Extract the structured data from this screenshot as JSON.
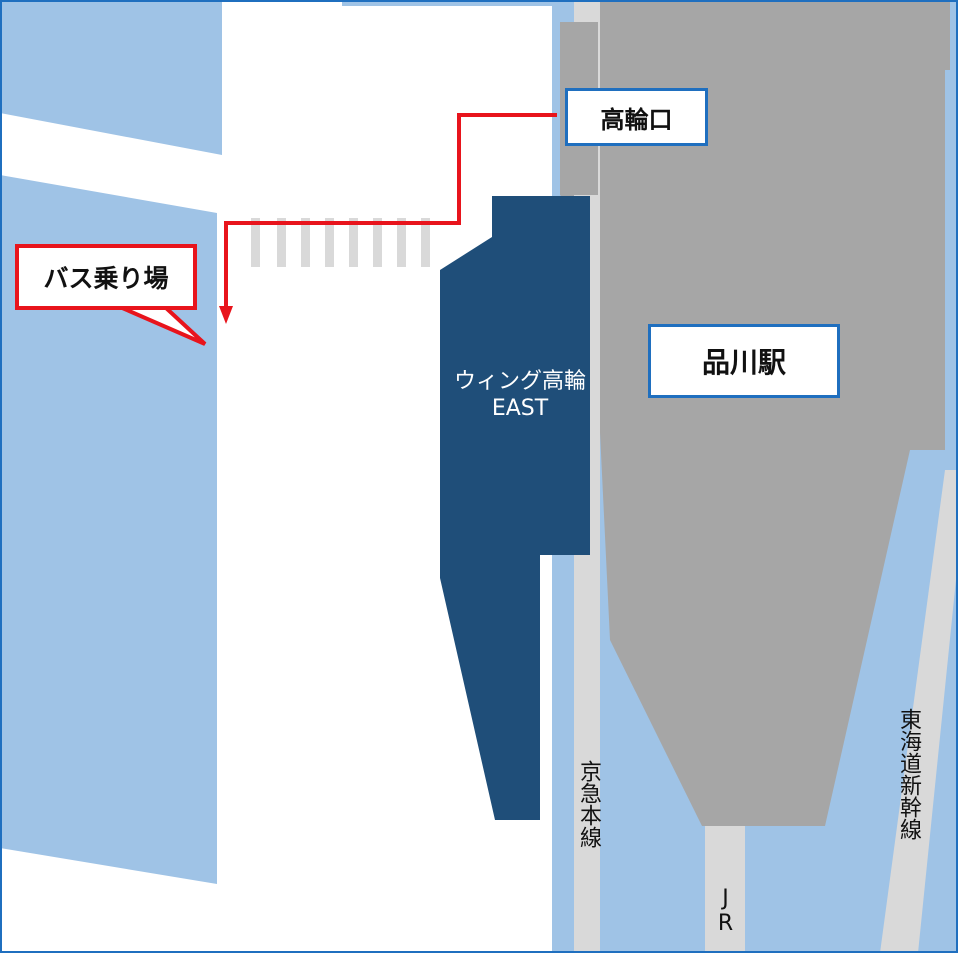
{
  "map": {
    "colors": {
      "water": "#9fc3e6",
      "station": "#a6a6a6",
      "building": "#1f4e79",
      "track": "#d9d9d9",
      "route": "#e8141c",
      "label_border": "#1f6fbf",
      "crosswalk": "#d9d9d9"
    },
    "labels": {
      "takanawa_exit": "高輪口",
      "bus_stop": "バス乗り場",
      "shinagawa_station": "品川駅",
      "wing_name": "ウィング高輪",
      "wing_sub": "EAST",
      "keikyu_line": "京急本線",
      "jr_line": "JR",
      "tokaido_shinkansen": "東海道新幹線"
    }
  }
}
